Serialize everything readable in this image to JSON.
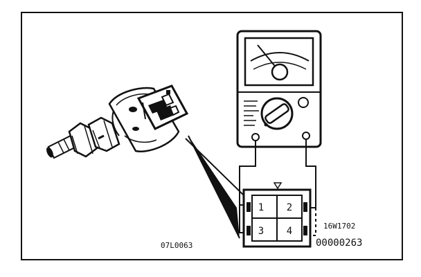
{
  "connector": {
    "pins": [
      "1",
      "2",
      "3",
      "4"
    ]
  },
  "labels": {
    "part_code": "07L0063",
    "ref_top": "16W1702",
    "ref_bottom": "00000263"
  },
  "colors": {
    "ink": "#111111",
    "paper": "#ffffff"
  }
}
